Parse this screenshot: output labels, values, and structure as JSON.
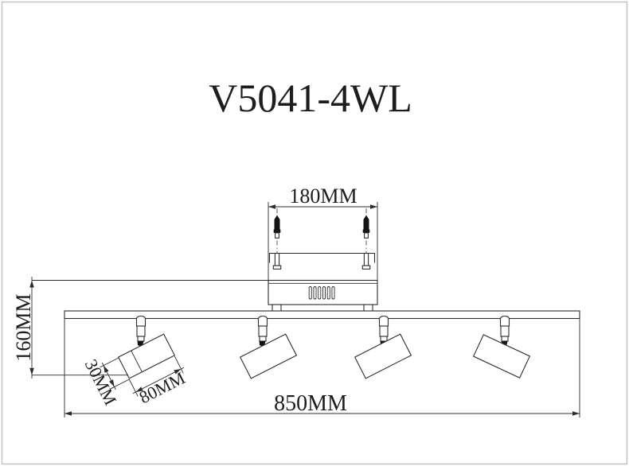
{
  "product": {
    "model": "V5041-4WL"
  },
  "dimensions": {
    "canopy_width": "180MM",
    "fixture_height": "160MM",
    "head_width": "30MM",
    "head_length": "80MM",
    "bar_length": "850MM"
  },
  "figure": {
    "type": "technical line drawing of a 4-spotlight ceiling/wall fixture",
    "spotlight_count": 4,
    "canopy_vent_slot_count": 6,
    "mounting_screw_count": 2
  },
  "colors": {
    "background": "#ffffff",
    "line": "#2d2d2d",
    "hardware_fill": "#151515",
    "photo_frame": "#c2c2c2"
  }
}
